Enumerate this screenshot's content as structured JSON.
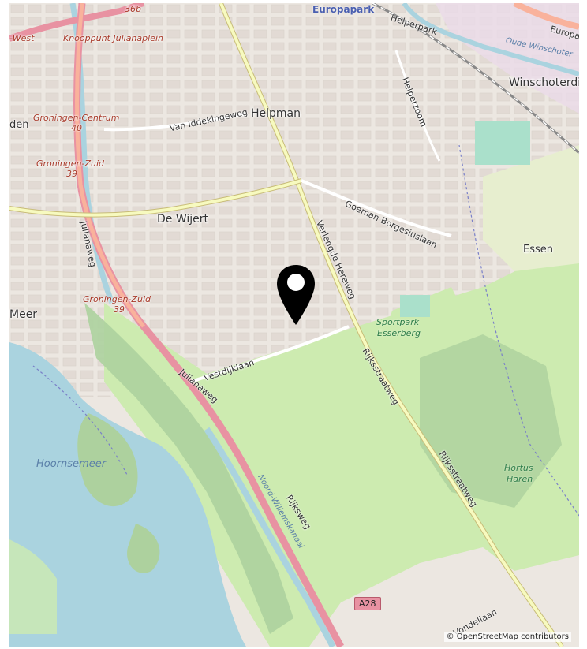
{
  "map": {
    "places": {
      "helpman": "Helpman",
      "de_wijert": "De Wijert",
      "essen": "Essen",
      "winschoterdiep": "Winschoterdie",
      "meer": "Meer",
      "den": "den"
    },
    "highway_labels": {
      "west": "-West",
      "knooppunt": "Knooppunt Julianaplein",
      "exit_36b": "36b",
      "centrum": "Groningen-Centrum",
      "centrum_num": "40",
      "zuid_top": "Groningen-Zuid",
      "zuid_top_num": "39",
      "zuid_mid": "Groningen-Zuid",
      "zuid_mid_num": "39"
    },
    "streets": {
      "van_iddekingeweg": "Van Iddekingeweg",
      "helperpark": "Helperpark",
      "helperzoom": "Helperzoom",
      "goeman": "Goeman Borgesiuslaan",
      "verlengde": "Verlengde Hereweg",
      "rijksstraatweg_1": "Rijksstraatweg",
      "rijksstraatweg_2": "Rijksstraatweg",
      "julianaweg_1": "Julianaweg",
      "julianaweg_2": "Julianaweg",
      "vestdijklaan": "Vestdijklaan",
      "rijksweg": "Rijksweg",
      "vondellaan": "Vondellaan",
      "europapark_road": "Europa"
    },
    "water": {
      "hoornsemeer": "Hoornsemeer",
      "noord_willems": "Noord-Willemskanaal",
      "oude_winschoter": "Oude Winschoter"
    },
    "parks": {
      "sportpark": "Sportpark",
      "esserberg": "Esserberg",
      "hortus": "Hortus",
      "haren": "Haren"
    },
    "station": "Europapark",
    "road_shield": "A28",
    "attribution": "© OpenStreetMap contributors",
    "marker_icon": "map-pin-icon",
    "colors": {
      "urban": "#ece7e1",
      "water": "#aad3df",
      "grass": "#cdebb0",
      "forest": "#add19e",
      "motorway": "#e892a2",
      "trunk": "#f9b29c",
      "primary_road": "#f7fabf",
      "marker": "#000000"
    }
  }
}
